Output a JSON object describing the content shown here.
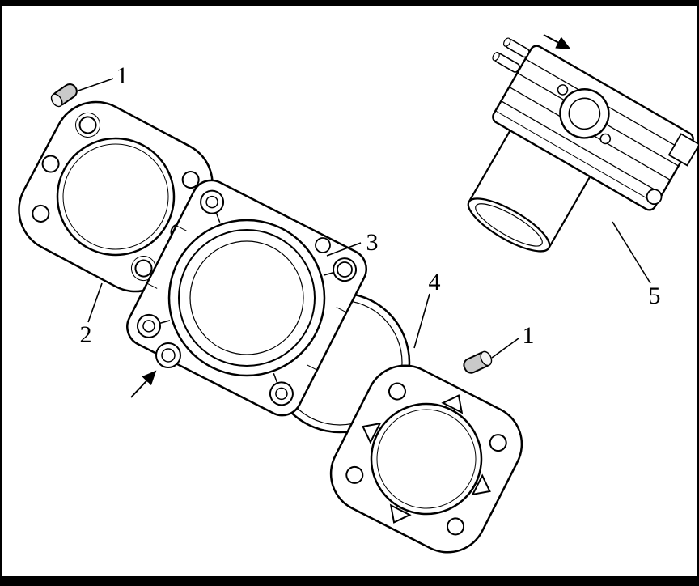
{
  "figure": {
    "kind": "exploded-parts-diagram",
    "colors": {
      "line": "#000000",
      "background": "#ffffff",
      "pin_fill": "#c9c9c9",
      "pin_face": "#f2f2f2"
    },
    "callouts": [
      {
        "part": "dowel-pin-upper",
        "label": "1"
      },
      {
        "part": "cylinder-base-gasket",
        "label": "2"
      },
      {
        "part": "cylinder-block",
        "label": "3"
      },
      {
        "part": "cylinder-head-gasket",
        "label": "4"
      },
      {
        "part": "dowel-pin-lower",
        "label": "1"
      },
      {
        "part": "cylinder-head",
        "label": "5"
      }
    ]
  }
}
